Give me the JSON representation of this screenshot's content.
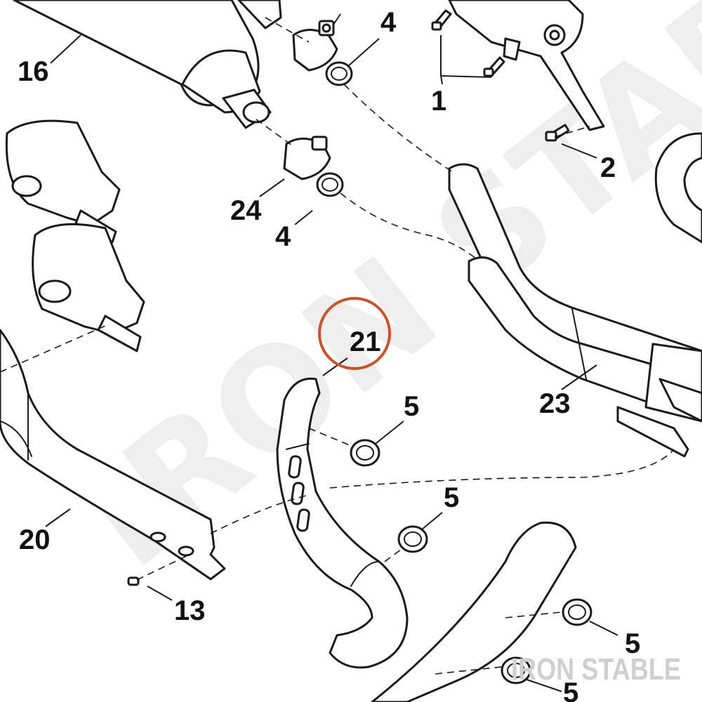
{
  "watermark": {
    "text": "IRON STABLE",
    "color": "#eeeeee"
  },
  "brand_mark": {
    "text": "IRON STABLE",
    "color": "#cfcfcf"
  },
  "callouts": [
    {
      "id": "c1",
      "label": "1"
    },
    {
      "id": "c2",
      "label": "2"
    },
    {
      "id": "c4a",
      "label": "4"
    },
    {
      "id": "c4b",
      "label": "4"
    },
    {
      "id": "c5a",
      "label": "5"
    },
    {
      "id": "c5b",
      "label": "5"
    },
    {
      "id": "c5c",
      "label": "5"
    },
    {
      "id": "c5d",
      "label": "5"
    },
    {
      "id": "c13",
      "label": "13"
    },
    {
      "id": "c16",
      "label": "16"
    },
    {
      "id": "c20",
      "label": "20"
    },
    {
      "id": "c21",
      "label": "21"
    },
    {
      "id": "c23",
      "label": "23"
    },
    {
      "id": "c24",
      "label": "24"
    }
  ],
  "highlight": {
    "target": "21",
    "color": "#c8532d"
  }
}
